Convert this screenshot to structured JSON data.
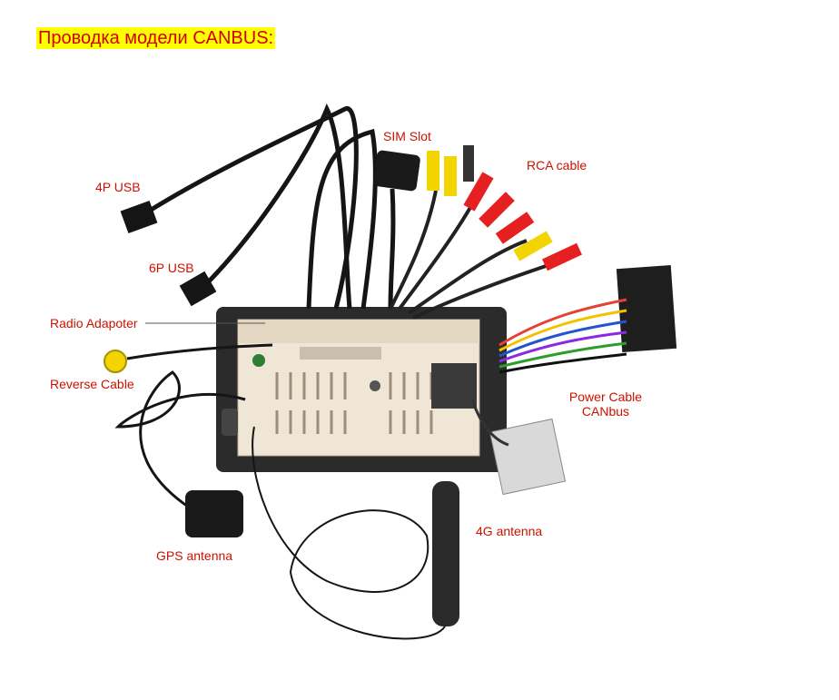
{
  "heading": "Проводка модели CANBUS:",
  "labels": {
    "sim_slot": "SIM Slot",
    "rca_cable": "RCA cable",
    "usb_4p": "4P USB",
    "usb_6p": "6P USB",
    "radio_adapter": "Radio Adapoter",
    "reverse_cable": "Reverse Cable",
    "power_cable_line1": "Power Cable",
    "power_cable_line2": "CANbus",
    "antenna_4g": "4G antenna",
    "gps_antenna": "GPS antenna"
  },
  "colors": {
    "heading_bg": "#ffff00",
    "heading_text": "#d40000",
    "label_text": "#cc1100"
  }
}
